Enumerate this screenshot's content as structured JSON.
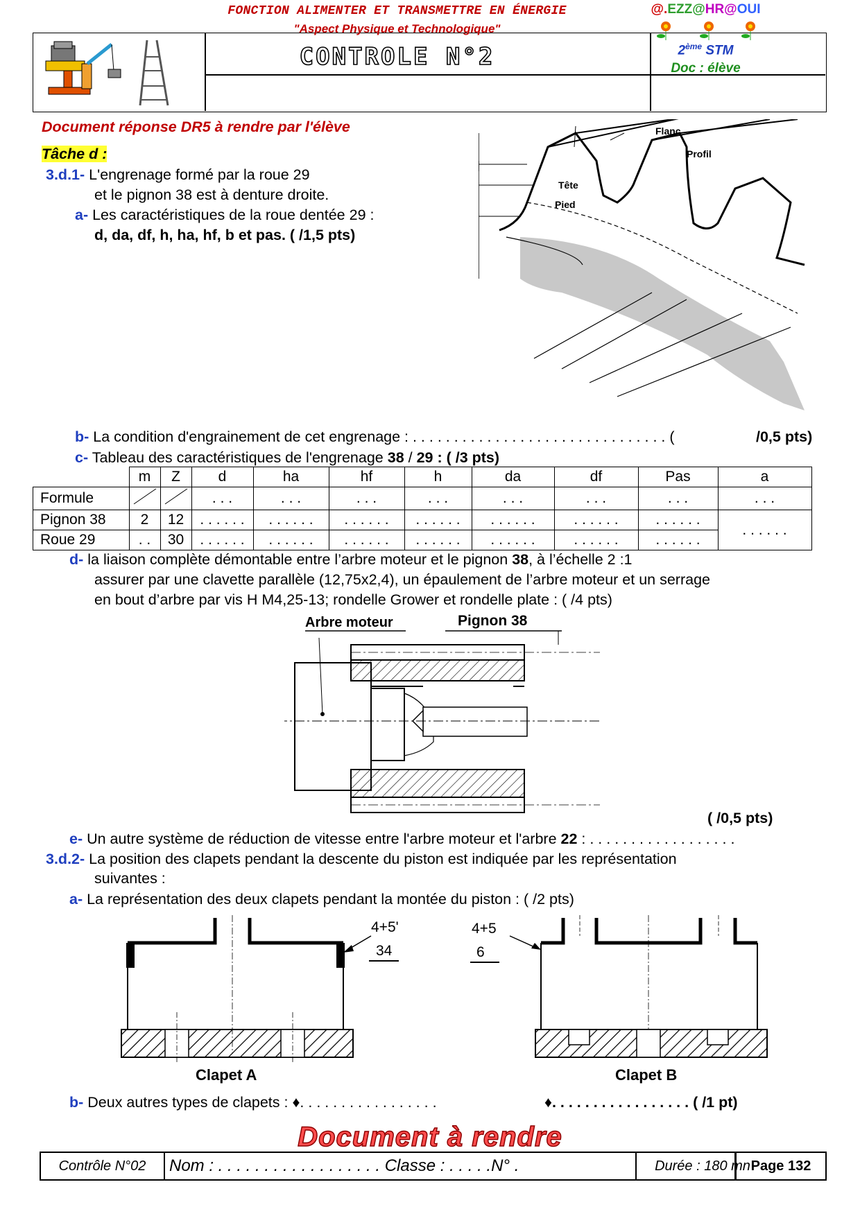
{
  "header": {
    "function_title": "FONCTION ALIMENTER ET TRANSMETTRE EN ÉNERGIE",
    "subtitle": "\"Aspect Physique et Technologique\"",
    "control": "CONTROLE N°2",
    "author": [
      "@.",
      "EZZ@",
      "HR@",
      "OUI"
    ],
    "level_num": "2",
    "level_sup": "ème",
    "level_txt": " STM",
    "doc": "Doc : élève"
  },
  "doc_title": "Document réponse DR5 à rendre par l'élève",
  "task": "Tâche d :",
  "q3d1": {
    "num": "3.d.1-",
    "line1": " L'engrenage formé par la roue 29",
    "line2": "et le pignon 38 est à denture droite.",
    "a_num": "a-",
    "a_text": " Les caractéristiques de la roue dentée 29 :",
    "a_line2": "d, da, df, h, ha, hf, b et pas.    (         /1,5 pts)"
  },
  "gear_labels": {
    "flanc": "Flanc",
    "profil": "Profil",
    "tete": "Tête",
    "pied": "Pied"
  },
  "q_b": {
    "num": "b-",
    "text": " La condition d'engrainement de cet engrenage : . . . . . . . . . . . . . . . . . . . . . . . . . . . . . . . (",
    "pts": "/0,5 pts)"
  },
  "q_c": {
    "num": "c-",
    "text": " Tableau des caractéristiques de l'engrenage ",
    "b1": "38",
    "mid": " / ",
    "b2": "29",
    "pts": " : (        /3 pts)"
  },
  "table": {
    "headers": [
      "",
      "m",
      "Z",
      "d",
      "ha",
      "hf",
      "h",
      "da",
      "df",
      "Pas",
      "a"
    ],
    "rows": [
      [
        "Formule",
        "",
        "",
        ". . .",
        ". . .",
        ". . .",
        ". . .",
        ". . .",
        ". . .",
        ". . .",
        ". . ."
      ],
      [
        "Pignon 38",
        "2",
        "12",
        ". . . . . .",
        ". . . . . .",
        ". . . . . .",
        ". . . . . .",
        ". . . . . .",
        ". . . . . .",
        ". . . . . .",
        ". . . . . ."
      ],
      [
        "Roue 29",
        ". .",
        "30",
        ". . . . . .",
        ". . . . . .",
        ". . . . . .",
        ". . . . . .",
        ". . . . . .",
        ". . . . . .",
        ". . . . . ."
      ]
    ]
  },
  "q_d": {
    "num": "d-",
    "line1a": " la liaison complète démontable entre l’arbre moteur et le pignon ",
    "line1b": "38",
    "line1c": ", à l’échelle 2 :1",
    "line2": "assurer par une clavette parallèle (12,75x2,4), un épaulement de l’arbre moteur et un serrage",
    "line3": "en bout d’arbre par vis H M4,25-13; rondelle Grower et rondelle plate : (         /4 pts)"
  },
  "shaft_labels": {
    "arbre": "Arbre moteur",
    "pignon": "Pignon 38"
  },
  "pts_e": "(         /0,5 pts)",
  "q_e": {
    "num": "e-",
    "text": " Un autre système de réduction de vitesse entre l'arbre moteur et l'arbre ",
    "b": "22",
    "end": " : . . . . . . . . . . . . . . . . . ."
  },
  "q3d2": {
    "num": "3.d.2-",
    "line1": " La position des clapets pendant la descente du piston est indiquée par les représentation",
    "line2": "suivantes :"
  },
  "q_a2": {
    "num": "a-",
    "text": " La représentation des deux clapets pendant la montée du piston : (         /2 pts)"
  },
  "valves": {
    "a_tag1": "4+5'",
    "a_tag2": "34",
    "b_tag1": "4+5",
    "b_tag2": "6",
    "a_name": "Clapet A",
    "b_name": "Clapet B"
  },
  "q_b2": {
    "num": "b-",
    "text": " Deux autres types de clapets : ♦. . . . . . . . . . . . . . . . .",
    "text2": "♦. . . . . . . . . . . . . . . . .   (         /1 pt)"
  },
  "stamp": "Document à rendre",
  "footer": {
    "control": "Contrôle N°02",
    "nom": "Nom : . . . . . . . . . . . . . . . . . . Classe : . . . . .N° .",
    "duree": "Durée : 180 mn",
    "page": "Page 132"
  }
}
